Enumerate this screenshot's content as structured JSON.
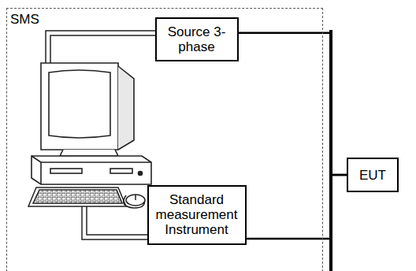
{
  "diagram": {
    "nodes": [
      {
        "text": [
          "SMS"
        ]
      },
      {
        "text": [
          "Source 3-phase"
        ],
        "in": 0
      },
      {
        "text": [
          "Standard measurement Instrument"
        ],
        "in": 0
      },
      {
        "text": [
          "EUT"
        ]
      }
    ],
    "edges": [
      {
        "from": 1,
        "to": 3,
        "arrow": "none"
      },
      {
        "from": 2,
        "to": 3,
        "arrow": "none"
      }
    ]
  }
}
